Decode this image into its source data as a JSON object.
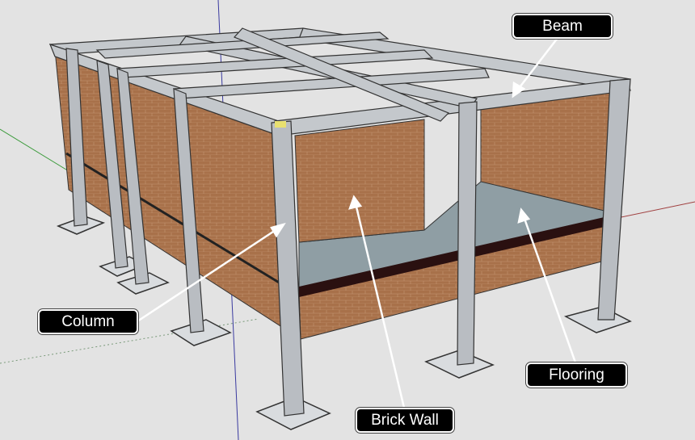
{
  "labels": {
    "beam": "Beam",
    "column": "Column",
    "flooring": "Flooring",
    "brick_wall": "Brick Wall"
  },
  "colors": {
    "brick": "#a8714a",
    "concrete": "#b9bdc2",
    "floor": "#8f9ea4",
    "label_bg": "#000000"
  }
}
